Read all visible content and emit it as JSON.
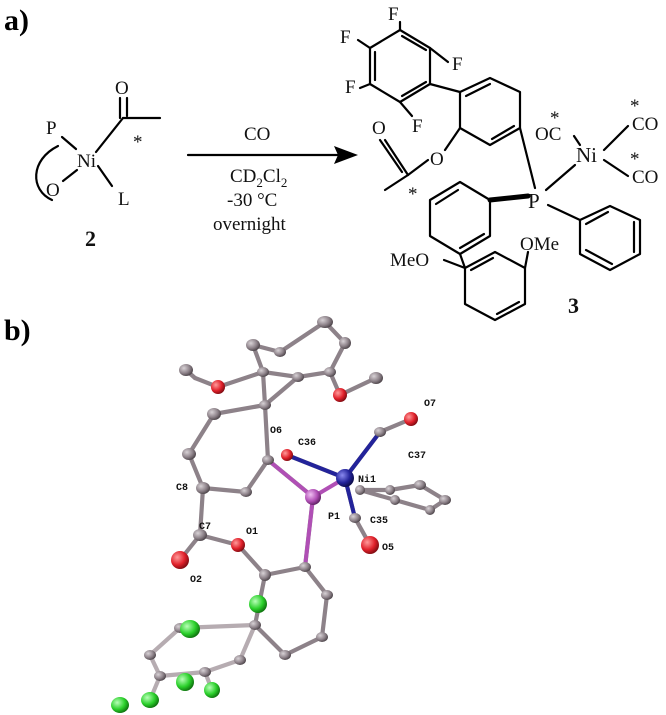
{
  "panels": {
    "a": "a)",
    "b": "b)"
  },
  "scheme": {
    "compound2": {
      "P": "P",
      "O": "O",
      "Ni": "Ni",
      "L": "L",
      "acyl_O": "O",
      "star": "*",
      "number": "2"
    },
    "conditions": {
      "reagent": "CO",
      "solvent_main": "CD",
      "solvent_sub": "2",
      "solvent_main2": "Cl",
      "solvent_sub2": "2",
      "temperature": "-30 °C",
      "time": "overnight"
    },
    "compound3": {
      "F1": "F",
      "F2": "F",
      "F3": "F",
      "F4": "F",
      "F5": "F",
      "O_ester": "O",
      "O_carbonyl": "O",
      "star_acyl": "*",
      "P": "P",
      "Ni": "Ni",
      "CO_left": "OC",
      "CO_right_top": "CO",
      "CO_right_bottom": "CO",
      "star": "*",
      "OMe_right": "OMe",
      "OMe_left": "MeO",
      "number": "3"
    }
  },
  "crystal_labels": {
    "O7": "O7",
    "O6": "O6",
    "C36": "C36",
    "C37": "C37",
    "Ni1": "Ni1",
    "C8": "C8",
    "P1": "P1",
    "C35": "C35",
    "C7": "C7",
    "O1": "O1",
    "O5": "O5",
    "O2": "O2"
  },
  "colors": {
    "carbon": "#8d8289",
    "oxygen": "#e0202a",
    "phosphorus": "#b04fb5",
    "nickel": "#23239a",
    "fluorine": "#2bd02b"
  }
}
